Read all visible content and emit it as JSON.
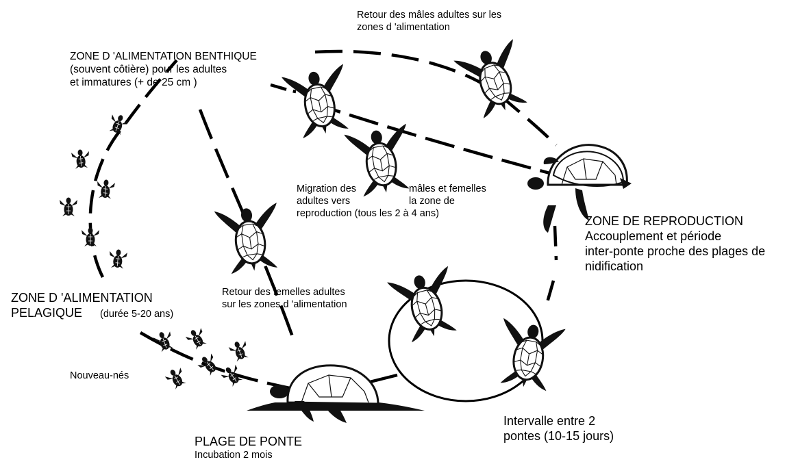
{
  "labels": {
    "zone_benthique": "ZONE D 'ALIMENTATION BENTHIQUE\n(souvent côtière) pour les adultes\net immatures (+ de 25 cm )",
    "retour_males": "Retour des mâles adultes sur les\nzones d 'alimentation",
    "migration_left": "Migration des\nadultes vers\nreproduction (tous les 2 à 4 ans)",
    "migration_right": "mâles et femelles\nla zone de",
    "zone_reproduction_title": "ZONE DE REPRODUCTION",
    "zone_reproduction_desc": "Accouplement et période\ninter-ponte proche des plages de\nnidification",
    "zone_pelagique": "ZONE D 'ALIMENTATION\nPELAGIQUE",
    "zone_pelagique_duree": "(durée 5-20 ans)",
    "retour_femelles": "Retour des femelles adultes\nsur les zones d 'alimentation",
    "nouveau_nes": "Nouveau-nés",
    "plage_title": "PLAGE DE PONTE",
    "plage_desc": "Incubation 2 mois",
    "intervalle": "Intervalle entre 2\npontes (10-15 jours)"
  },
  "icons": {
    "adult_turtle": "sea-turtle-icon",
    "hatchling": "hatchling-turtle-icon",
    "nesting_female": "nesting-turtle-icon",
    "mating_pair": "mating-turtles-icon"
  },
  "colors": {
    "ink": "#000000",
    "background": "#ffffff"
  }
}
